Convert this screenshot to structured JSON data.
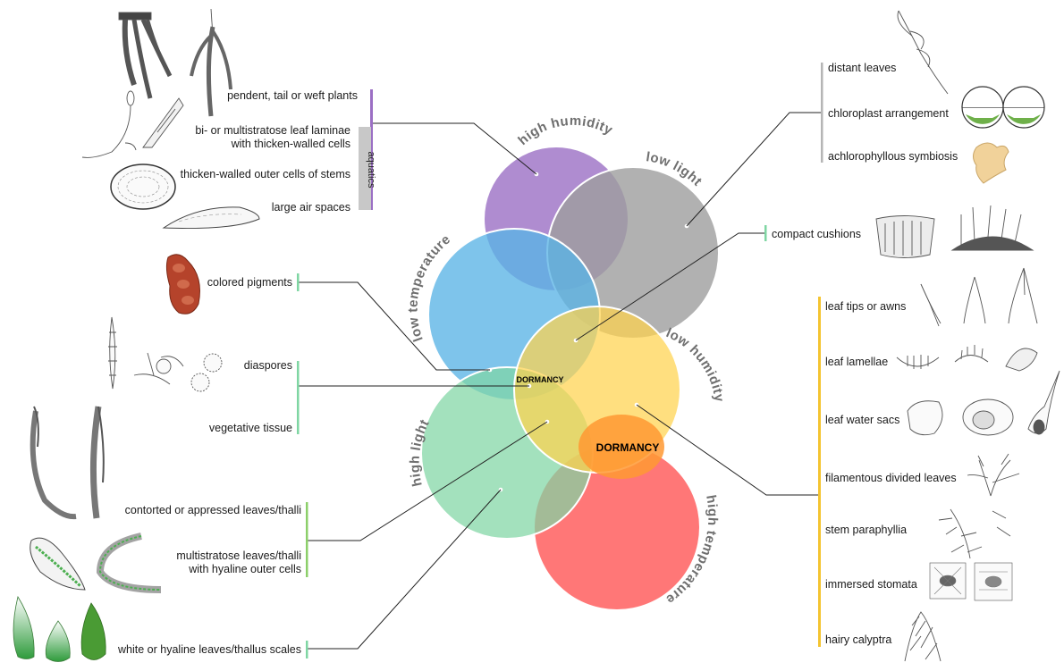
{
  "circles": {
    "high_humidity": {
      "title": "high humidity",
      "color": "#9b6fc4"
    },
    "low_light": {
      "title": "low light",
      "color": "#a8a8a8"
    },
    "low_temperature": {
      "title": "low temperature",
      "color": "#6cbde9"
    },
    "low_humidity": {
      "title": "low humidity",
      "color": "#ffd45e"
    },
    "high_light": {
      "title": "high light",
      "color": "#7fd6a3"
    },
    "high_temperature": {
      "title": "high temperature",
      "color": "#ff6b6b"
    }
  },
  "dormancy": {
    "small_label": "DORMANCY",
    "big_label": "DORMANCY"
  },
  "left_groups": {
    "high_humidity": {
      "items": [
        "pendent, tail or weft plants",
        "bi- or multistratose leaf laminae",
        "with thicken-walled cells",
        "thicken-walled outer cells of stems",
        "large air spaces"
      ],
      "aquatics_label": "aquatics",
      "color": "#9b6fc4"
    },
    "low_temperature": {
      "items": [
        "colored pigments"
      ],
      "color": "#7fd6a3"
    },
    "dormancy": {
      "items": [
        "diaspores",
        "vegetative tissue"
      ],
      "color": "#7fd6a3"
    },
    "high_light_a": {
      "items": [
        "contorted or appressed leaves/thalli",
        "multistratose leaves/thalli",
        "with hyaline outer cells"
      ],
      "color": "#8ccf6a"
    },
    "high_light_b": {
      "items": [
        "white or hyaline leaves/thallus scales"
      ],
      "color": "#7fd6a3"
    }
  },
  "right_groups": {
    "low_light": {
      "items": [
        "distant leaves",
        "chloroplast arrangement",
        "achlorophyllous symbiosis"
      ],
      "color": "#b5b5b5"
    },
    "cushions": {
      "items": [
        "compact cushions"
      ],
      "color": "#7fd6a3"
    },
    "low_humidity": {
      "items": [
        "leaf tips or awns",
        "leaf lamellae",
        "leaf water sacs",
        "filamentous divided leaves",
        "stem paraphyllia",
        "immersed stomata",
        "hairy calyptra"
      ],
      "color": "#f4c430"
    }
  }
}
